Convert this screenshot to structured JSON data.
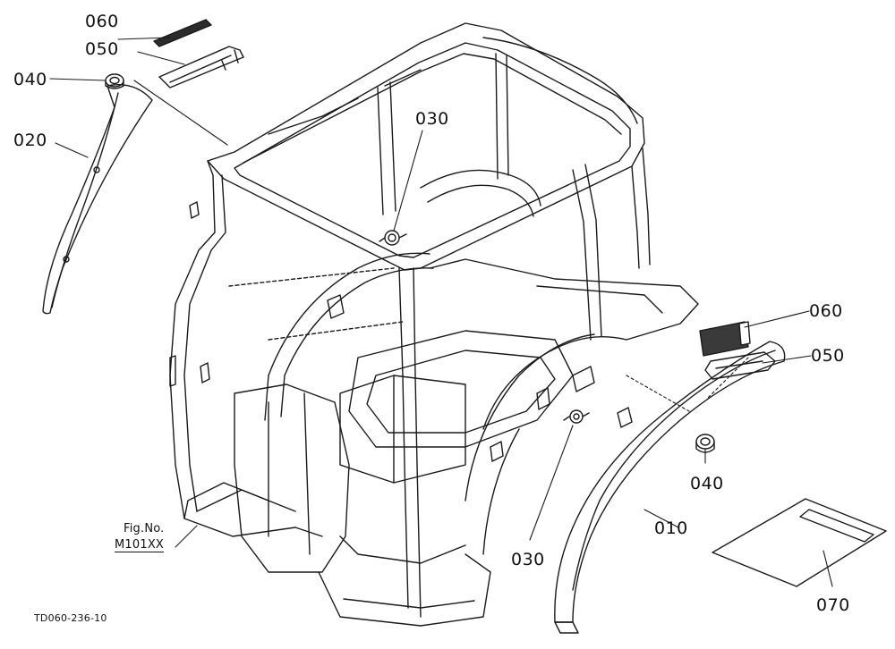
{
  "callouts": [
    {
      "id": "c060a",
      "text": "060"
    },
    {
      "id": "c050a",
      "text": "050"
    },
    {
      "id": "c040a",
      "text": "040"
    },
    {
      "id": "c020",
      "text": "020"
    },
    {
      "id": "c030a",
      "text": "030"
    },
    {
      "id": "c060b",
      "text": "060"
    },
    {
      "id": "c050b",
      "text": "050"
    },
    {
      "id": "c040b",
      "text": "040"
    },
    {
      "id": "c010",
      "text": "010"
    },
    {
      "id": "c030b",
      "text": "030"
    },
    {
      "id": "c070",
      "text": "070"
    }
  ],
  "reference": {
    "line1": "Fig.No.",
    "line2": "M101XX"
  },
  "drawing_code": "TD060-236-10"
}
